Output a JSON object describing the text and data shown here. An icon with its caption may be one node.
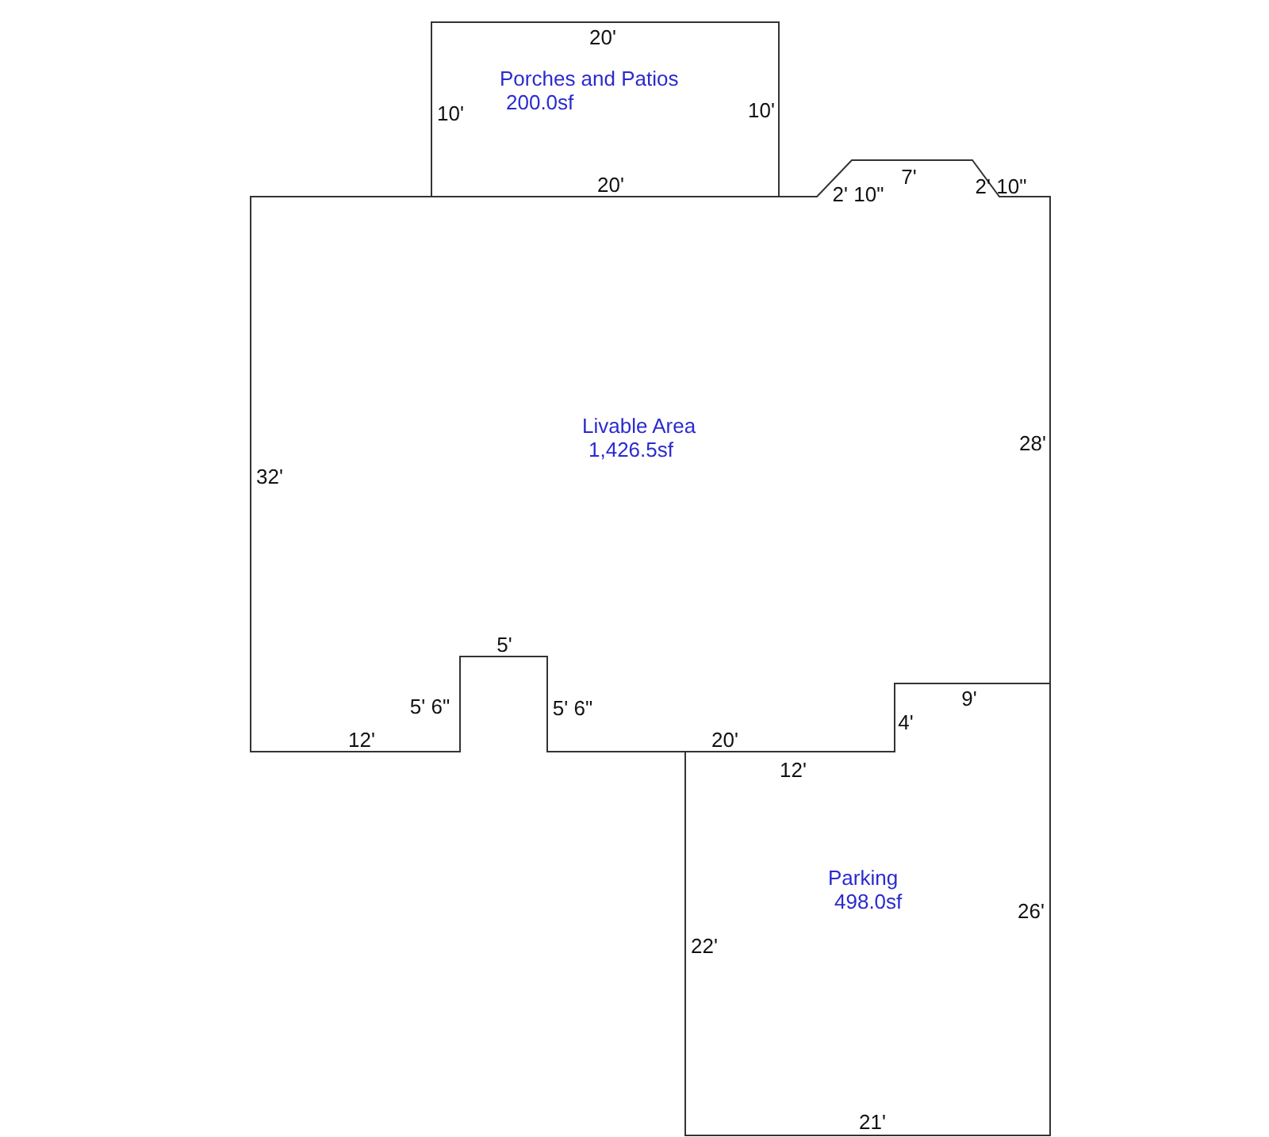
{
  "diagram": {
    "nodes": [
      {
        "text": [
          "Porches and Patios",
          "200.0sf"
        ]
      },
      {
        "text": [
          "Livable Area",
          "1,426.5sf"
        ]
      },
      {
        "text": [
          "Parking",
          "498.0sf"
        ]
      }
    ],
    "labels": [
      "20'",
      "10'",
      "10'",
      "7'",
      "20'",
      "2' 10\"",
      "2' 10\"",
      "28'",
      "32'",
      "5'",
      "9'",
      "5' 6\"",
      "5' 6\"",
      "4'",
      "20'",
      "12'",
      "12'",
      "26'",
      "22'",
      "21'"
    ]
  }
}
